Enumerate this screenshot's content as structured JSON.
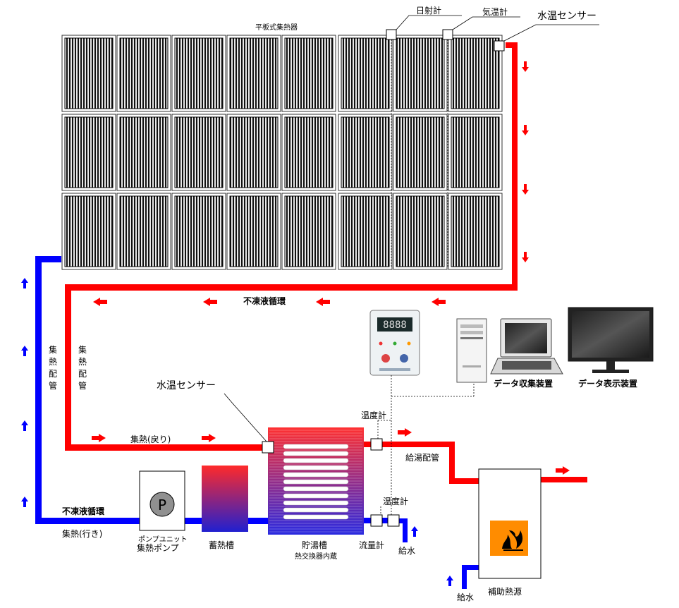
{
  "labels": {
    "panel": "平板式集熱器",
    "pyranometer": "日射計",
    "thermometer": "気温計",
    "water_temp_sensor_top": "水温センサー",
    "antifreeze_top": "不凍液循環",
    "collector_pipe_1": "集熱配管",
    "collector_pipe_2": "集熱配管",
    "data_collector": "データ収集装置",
    "data_display": "データ表示装置",
    "water_temp_sensor_mid": "水温センサー",
    "temp_meter_1": "温度計",
    "heat_return": "集熱(戻り)",
    "hot_water_pipe": "給湯配管",
    "antifreeze_bottom": "不凍液循環",
    "temp_meter_2": "温度計",
    "pump_unit": "ポンプユニット",
    "collector_pump": "集熱ポンプ",
    "heat_go": "集熱(行き)",
    "thermal_storage": "蓄熱槽",
    "storage_tank": "貯湯槽",
    "heat_exchanger": "熱交換器内蔵",
    "flow_meter": "流量計",
    "water_supply_1": "給水",
    "water_supply_2": "給水",
    "aux_heat": "補助熱源",
    "pump_symbol": "P",
    "controller_display": "8888"
  },
  "colors": {
    "hot_pipe": "#ff0000",
    "cold_pipe": "#0000ff",
    "panel_frame": "#333333",
    "fire_bg": "#ff8c00"
  }
}
